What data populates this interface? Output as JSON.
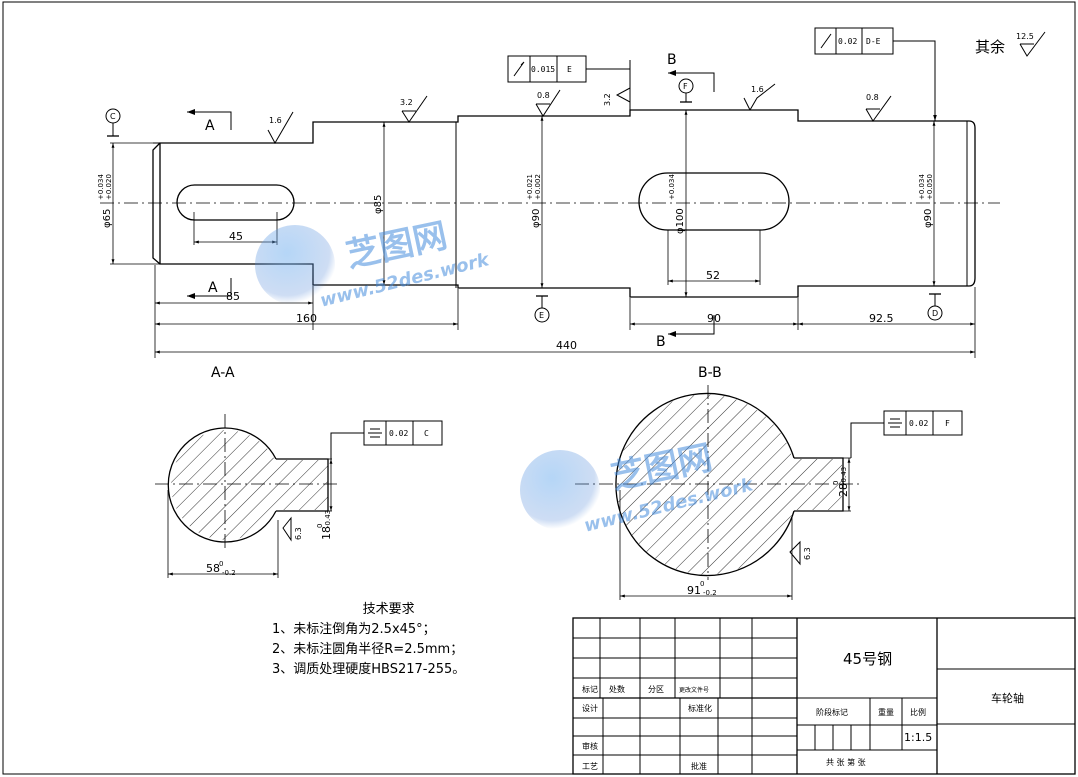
{
  "labels": {
    "datum_c": "C",
    "datum_e": "E",
    "datum_d": "D",
    "datum_f": "F",
    "sec_a_top": "A",
    "sec_a_bot": "A",
    "sec_b_top": "B",
    "sec_b_bot": "B",
    "view_aa": "A-A",
    "view_bb": "B-B",
    "rest_text": "其余",
    "rest_rough": "12.5"
  },
  "roughness": {
    "r1": "1.6",
    "r2": "3.2",
    "r3": "0.8",
    "r4": "3.2",
    "r5": "1.6",
    "r6": "0.8",
    "r7": "6.3",
    "r8": "6.3"
  },
  "tolerance_frames": {
    "f1": {
      "value": "0.015",
      "datum": "E"
    },
    "f2": {
      "value": "0.02",
      "datum": "D-E"
    },
    "f3": {
      "value": "0.02",
      "datum": "C"
    },
    "f4": {
      "value": "0.02",
      "datum": "F"
    }
  },
  "dimensions": {
    "d65": "φ65",
    "d65_tol_up": "+0.034",
    "d65_tol_low": "+0.020",
    "d85": "φ85",
    "d90a": "φ90",
    "d90a_tol_up": "+0.021",
    "d90a_tol_low": "+0.002",
    "d100": "φ100",
    "d100_tol_up": "+0.034",
    "d90b": "φ90",
    "d90b_tol_up": "+0.034",
    "d90b_tol_low": "+0.050",
    "key1": "45",
    "key2": "52",
    "l85": "85",
    "l160": "160",
    "l90": "90",
    "l92_5": "92.5",
    "l440": "440",
    "aa_width": "58",
    "aa_width_tol": "-0.2",
    "aa_depth": "18",
    "aa_depth_tol": "-0.43",
    "bb_width": "91",
    "bb_width_tol": "-0.2",
    "bb_depth": "28",
    "bb_depth_tol": "-0.43",
    "upper_zero": "0"
  },
  "notes": {
    "title": "技术要求",
    "items": [
      "1、未标注倒角为2.5x45°；",
      "2、未标注圆角半径R=2.5mm；",
      "3、调质处理硬度HBS217-255。"
    ]
  },
  "title_block": {
    "material": "45号钢",
    "part_name": "车轮轴",
    "scale": "1:1.5",
    "h_mark": "标记",
    "h_count": "处数",
    "h_zone": "分区",
    "h_docno": "更改文件号",
    "h_design": "设计",
    "h_std": "标准化",
    "h_check": "审核",
    "h_process": "工艺",
    "h_approve": "批准",
    "h_stage": "阶段标记",
    "h_weight": "重量",
    "h_scale": "比例",
    "h_sheets": "共  张  第  张"
  },
  "watermark": {
    "logo_text": "芝图网",
    "url_text": "www.52des.work"
  }
}
